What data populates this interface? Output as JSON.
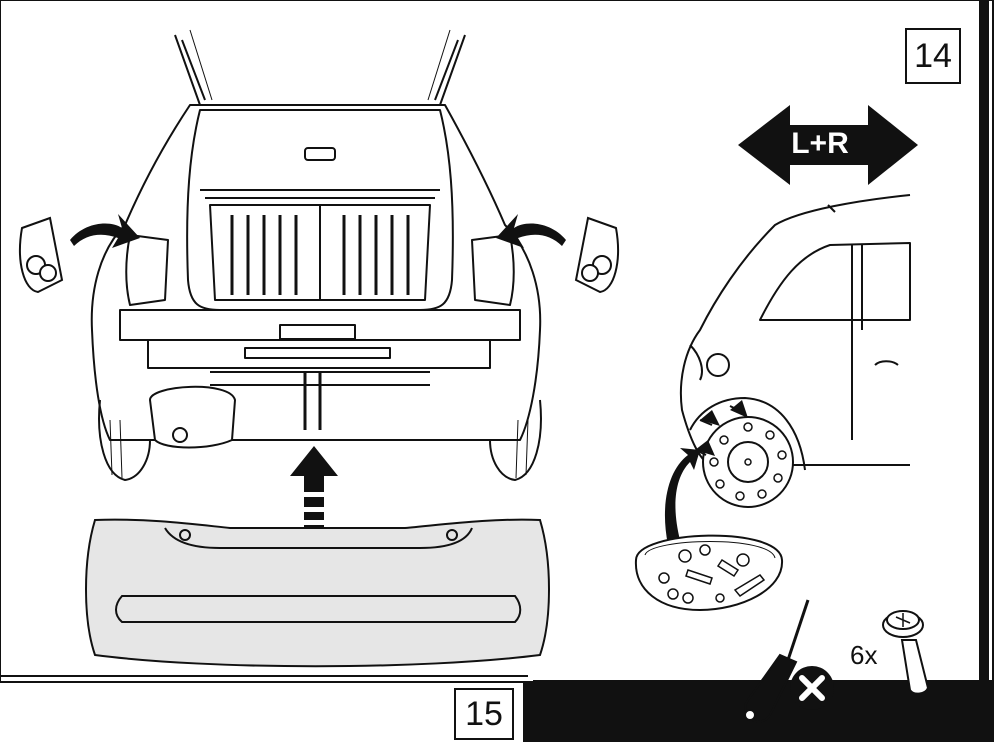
{
  "steps": {
    "current": "14",
    "next": "15"
  },
  "side_indicator": "L+R",
  "fastener_quantity": "6x",
  "icons": {
    "side_arrow": "double-headed-arrow-icon",
    "screwdriver": "screwdriver-icon",
    "prohibited": "no-tool-cross-icon",
    "screw": "screw-icon"
  },
  "colors": {
    "line": "#111111",
    "bumper_fill": "#e6e6e6",
    "panel_fill": "#ffffff"
  }
}
